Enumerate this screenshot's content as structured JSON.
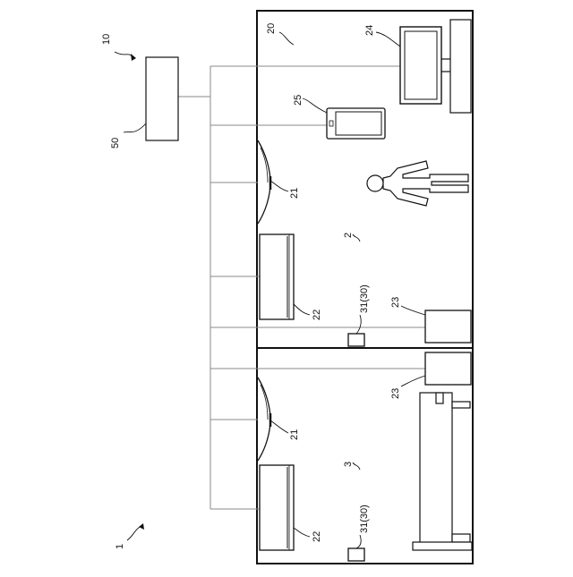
{
  "labels": {
    "system": "1",
    "system_group": "10",
    "room_a": "20",
    "room_b_area": "2",
    "room_c_area": "3",
    "ac_upper": "21",
    "ac_lower": "21",
    "unit_upper": "22",
    "unit_lower": "22",
    "cabinet_upper": "23",
    "cabinet_lower": "23",
    "tv": "24",
    "tablet": "25",
    "sensor_upper": "31(30)",
    "sensor_lower": "31(30)",
    "controller": "50"
  },
  "colors": {
    "line": "#111111",
    "wire": "#8a8a8a",
    "background": "#ffffff"
  }
}
